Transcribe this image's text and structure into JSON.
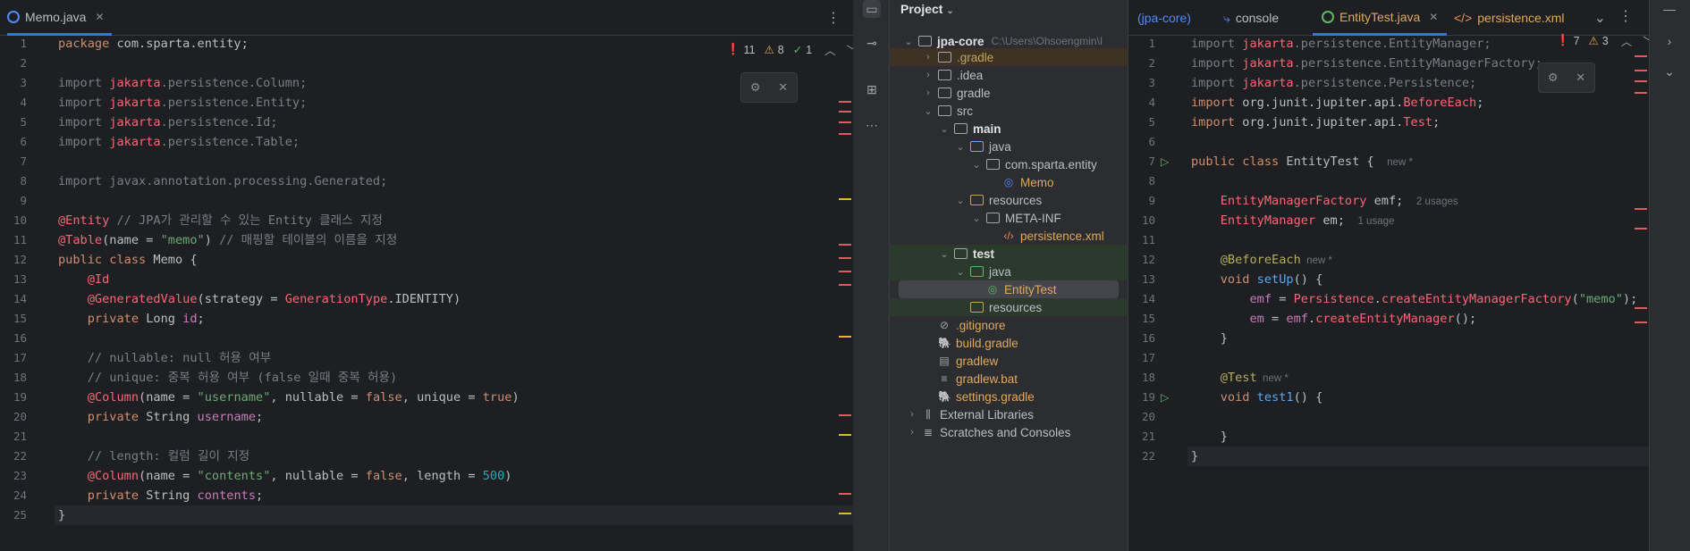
{
  "left_editor": {
    "tab": {
      "label": "Memo.java"
    },
    "inspections": {
      "errors": "11",
      "warnings": "8",
      "typos": "1"
    },
    "lines": [
      {
        "n": "1",
        "parts": [
          [
            "kw",
            "package"
          ],
          [
            "ty",
            " com.sparta.entity;"
          ]
        ]
      },
      {
        "n": "2",
        "parts": []
      },
      {
        "n": "3",
        "parts": [
          [
            "fade",
            "import "
          ],
          [
            "pk",
            "jakarta"
          ],
          [
            "fade",
            ".persistence.Column;"
          ]
        ]
      },
      {
        "n": "4",
        "parts": [
          [
            "fade",
            "import "
          ],
          [
            "pk",
            "jakarta"
          ],
          [
            "fade",
            ".persistence.Entity;"
          ]
        ]
      },
      {
        "n": "5",
        "parts": [
          [
            "fade",
            "import "
          ],
          [
            "pk",
            "jakarta"
          ],
          [
            "fade",
            ".persistence.Id;"
          ]
        ]
      },
      {
        "n": "6",
        "parts": [
          [
            "fade",
            "import "
          ],
          [
            "pk",
            "jakarta"
          ],
          [
            "fade",
            ".persistence.Table;"
          ]
        ]
      },
      {
        "n": "7",
        "parts": []
      },
      {
        "n": "8",
        "parts": [
          [
            "fade",
            "import javax.annotation.processing.Generated;"
          ]
        ]
      },
      {
        "n": "9",
        "parts": []
      },
      {
        "n": "10",
        "parts": [
          [
            "pk",
            "@Entity"
          ],
          [
            "cm",
            " // JPA가 관리할 수 있는 Entity 클래스 지정"
          ]
        ]
      },
      {
        "n": "11",
        "parts": [
          [
            "pk",
            "@Table"
          ],
          [
            "ty",
            "(name = "
          ],
          [
            "str",
            "\"memo\""
          ],
          [
            "ty",
            ")"
          ],
          [
            "cm",
            " // 매핑할 테이블의 이름을 지정"
          ]
        ]
      },
      {
        "n": "12",
        "parts": [
          [
            "kw",
            "public class "
          ],
          [
            "ty",
            "Memo {"
          ]
        ]
      },
      {
        "n": "13",
        "parts": [
          [
            "ty",
            "    "
          ],
          [
            "pk",
            "@Id"
          ]
        ]
      },
      {
        "n": "14",
        "parts": [
          [
            "ty",
            "    "
          ],
          [
            "pk",
            "@GeneratedValue"
          ],
          [
            "ty",
            "(strategy = "
          ],
          [
            "pk",
            "GenerationType"
          ],
          [
            "ty",
            ".IDENTITY)"
          ]
        ]
      },
      {
        "n": "15",
        "parts": [
          [
            "ty",
            "    "
          ],
          [
            "kw",
            "private "
          ],
          [
            "ty",
            "Long "
          ],
          [
            "fld",
            "id"
          ],
          [
            "ty",
            ";"
          ]
        ]
      },
      {
        "n": "16",
        "parts": []
      },
      {
        "n": "17",
        "parts": [
          [
            "cm",
            "    // nullable: null 허용 여부"
          ]
        ]
      },
      {
        "n": "18",
        "parts": [
          [
            "cm",
            "    // unique: 중복 허용 여부 (false 일때 중복 허용)"
          ]
        ]
      },
      {
        "n": "19",
        "parts": [
          [
            "ty",
            "    "
          ],
          [
            "pk",
            "@Column"
          ],
          [
            "ty",
            "(name = "
          ],
          [
            "str",
            "\"username\""
          ],
          [
            "ty",
            ", nullable = "
          ],
          [
            "kw",
            "false"
          ],
          [
            "ty",
            ", unique = "
          ],
          [
            "kw",
            "true"
          ],
          [
            "ty",
            ")"
          ]
        ]
      },
      {
        "n": "20",
        "parts": [
          [
            "ty",
            "    "
          ],
          [
            "kw",
            "private "
          ],
          [
            "ty",
            "String "
          ],
          [
            "fld",
            "username"
          ],
          [
            "ty",
            ";"
          ]
        ]
      },
      {
        "n": "21",
        "parts": []
      },
      {
        "n": "22",
        "parts": [
          [
            "cm",
            "    // length: 컬럼 길이 지정"
          ]
        ]
      },
      {
        "n": "23",
        "parts": [
          [
            "ty",
            "    "
          ],
          [
            "pk",
            "@Column"
          ],
          [
            "ty",
            "(name = "
          ],
          [
            "str",
            "\"contents\""
          ],
          [
            "ty",
            ", nullable = "
          ],
          [
            "kw",
            "false"
          ],
          [
            "ty",
            ", length = "
          ],
          [
            "num",
            "500"
          ],
          [
            "ty",
            ")"
          ]
        ]
      },
      {
        "n": "24",
        "parts": [
          [
            "ty",
            "    "
          ],
          [
            "kw",
            "private "
          ],
          [
            "ty",
            "String "
          ],
          [
            "fld",
            "contents"
          ],
          [
            "ty",
            ";"
          ]
        ]
      },
      {
        "n": "25",
        "parts": [
          [
            "ty",
            "}"
          ]
        ]
      }
    ]
  },
  "project": {
    "title": "Project",
    "root": {
      "label": "jpa-core",
      "path": "C:\\Users\\Ohsoengmin\\I"
    },
    "items": [
      {
        "label": ".gradle",
        "color": "#c4a35b"
      },
      {
        "label": ".idea",
        "color": "#bcbec4"
      },
      {
        "label": "gradle",
        "color": "#bcbec4"
      },
      {
        "label": "src",
        "color": "#bcbec4"
      },
      {
        "label": "main",
        "color": "#bcbec4"
      },
      {
        "label": "java",
        "color": "#bcbec4"
      },
      {
        "label": "com.sparta.entity",
        "color": "#bcbec4"
      },
      {
        "label": "Memo",
        "color": "#e0a95b"
      },
      {
        "label": "resources",
        "color": "#bcbec4"
      },
      {
        "label": "META-INF",
        "color": "#bcbec4"
      },
      {
        "label": "persistence.xml",
        "color": "#e0a95b"
      },
      {
        "label": "test",
        "color": "#bcbec4"
      },
      {
        "label": "java",
        "color": "#bcbec4"
      },
      {
        "label": "EntityTest",
        "color": "#e0a95b"
      },
      {
        "label": "resources",
        "color": "#bcbec4"
      },
      {
        "label": ".gitignore",
        "color": "#e0a95b"
      },
      {
        "label": "build.gradle",
        "color": "#e0a95b"
      },
      {
        "label": "gradlew",
        "color": "#e0a95b"
      },
      {
        "label": "gradlew.bat",
        "color": "#e0a95b"
      },
      {
        "label": "settings.gradle",
        "color": "#e0a95b"
      },
      {
        "label": "External Libraries",
        "color": "#bcbec4"
      },
      {
        "label": "Scratches and Consoles",
        "color": "#bcbec4"
      }
    ]
  },
  "right_editor": {
    "tabs": [
      {
        "label": "(jpa-core)"
      },
      {
        "label": "console"
      },
      {
        "label": "EntityTest.java"
      },
      {
        "label": "persistence.xml"
      }
    ],
    "inspections": {
      "errors": "7",
      "warnings": "3"
    },
    "lines": [
      {
        "n": "1",
        "parts": [
          [
            "fade",
            "import "
          ],
          [
            "pk",
            "jakarta"
          ],
          [
            "fade",
            ".persistence.EntityManager;"
          ]
        ]
      },
      {
        "n": "2",
        "parts": [
          [
            "fade",
            "import "
          ],
          [
            "pk",
            "jakarta"
          ],
          [
            "fade",
            ".persistence.EntityManagerFactory;"
          ]
        ]
      },
      {
        "n": "3",
        "parts": [
          [
            "fade",
            "import "
          ],
          [
            "pk",
            "jakarta"
          ],
          [
            "fade",
            ".persistence.Persistence;"
          ]
        ]
      },
      {
        "n": "4",
        "parts": [
          [
            "kw",
            "import "
          ],
          [
            "ty",
            "org.junit.jupiter.api."
          ],
          [
            "pk",
            "BeforeEach"
          ],
          [
            "ty",
            ";"
          ]
        ]
      },
      {
        "n": "5",
        "parts": [
          [
            "kw",
            "import "
          ],
          [
            "ty",
            "org.junit.jupiter.api."
          ],
          [
            "pk",
            "Test"
          ],
          [
            "ty",
            ";"
          ]
        ]
      },
      {
        "n": "6",
        "parts": []
      },
      {
        "n": "7",
        "parts": [
          [
            "kw",
            "public class "
          ],
          [
            "ty",
            "EntityTest { "
          ],
          [
            "hint",
            "  new *"
          ]
        ]
      },
      {
        "n": "8",
        "parts": []
      },
      {
        "n": "9",
        "parts": [
          [
            "ty",
            "    "
          ],
          [
            "pk",
            "EntityManagerFactory"
          ],
          [
            "ty",
            " emf; "
          ],
          [
            "hint",
            "  2 usages"
          ]
        ]
      },
      {
        "n": "10",
        "parts": [
          [
            "ty",
            "    "
          ],
          [
            "pk",
            "EntityManager"
          ],
          [
            "ty",
            " em; "
          ],
          [
            "hint",
            "  1 usage"
          ]
        ]
      },
      {
        "n": "11",
        "parts": []
      },
      {
        "n": "12",
        "parts": [
          [
            "ty",
            "    "
          ],
          [
            "ann",
            "@BeforeEach"
          ],
          [
            "hint",
            "  new *"
          ]
        ]
      },
      {
        "n": "13",
        "parts": [
          [
            "ty",
            "    "
          ],
          [
            "kw",
            "void "
          ],
          [
            "fn",
            "setUp"
          ],
          [
            "ty",
            "() {"
          ]
        ]
      },
      {
        "n": "14",
        "parts": [
          [
            "ty",
            "        "
          ],
          [
            "fld",
            "emf"
          ],
          [
            "ty",
            " = "
          ],
          [
            "pk",
            "Persistence"
          ],
          [
            "ty",
            "."
          ],
          [
            "pk",
            "createEntityManagerFactory"
          ],
          [
            "ty",
            "("
          ],
          [
            "str",
            "\"memo\""
          ],
          [
            "ty",
            ");"
          ]
        ]
      },
      {
        "n": "15",
        "parts": [
          [
            "ty",
            "        "
          ],
          [
            "fld",
            "em"
          ],
          [
            "ty",
            " = "
          ],
          [
            "fld",
            "emf"
          ],
          [
            "ty",
            "."
          ],
          [
            "pk",
            "createEntityManager"
          ],
          [
            "ty",
            "();"
          ]
        ]
      },
      {
        "n": "16",
        "parts": [
          [
            "ty",
            "    }"
          ]
        ]
      },
      {
        "n": "17",
        "parts": []
      },
      {
        "n": "18",
        "parts": [
          [
            "ty",
            "    "
          ],
          [
            "ann",
            "@Test"
          ],
          [
            "hint",
            "  new *"
          ]
        ]
      },
      {
        "n": "19",
        "parts": [
          [
            "ty",
            "    "
          ],
          [
            "kw",
            "void "
          ],
          [
            "fn",
            "test1"
          ],
          [
            "ty",
            "() {"
          ]
        ]
      },
      {
        "n": "20",
        "parts": []
      },
      {
        "n": "21",
        "parts": [
          [
            "ty",
            "    }"
          ]
        ]
      },
      {
        "n": "22",
        "parts": [
          [
            "ty",
            "}"
          ]
        ]
      }
    ]
  },
  "colors": {
    "accent": "#3574f0",
    "error": "#db5c5c",
    "warning": "#e8b339"
  }
}
